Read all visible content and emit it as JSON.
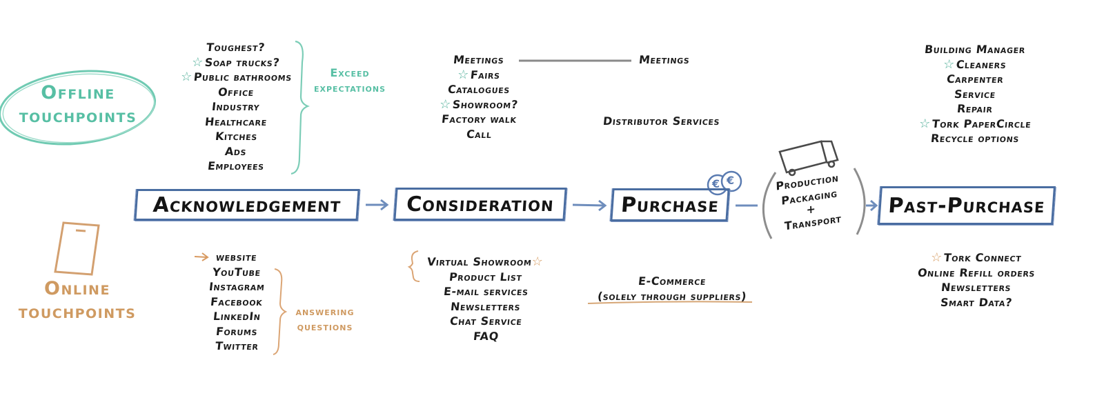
{
  "touchpoints": {
    "offline_line1": "Offline",
    "offline_line2": "touchpoints",
    "online_line1": "Online",
    "online_line2": "touchpoints"
  },
  "stages": {
    "acknowledgement": "Acknowledgement",
    "consideration": "Consideration",
    "purchase": "Purchase",
    "production_line1": "Production",
    "production_line2": "Packaging",
    "production_line3": "+",
    "production_line4": "Transport",
    "past_purchase": "Past-Purchase"
  },
  "offline": {
    "acknowledgement": [
      "Toughest?",
      "Soap trucks?",
      "Public bathrooms",
      "Office",
      "Industry",
      "Healthcare",
      "Kitches",
      "Ads",
      "Employees"
    ],
    "acknowledgement_note": [
      "Exceed",
      "expectations"
    ],
    "consideration": [
      "Meetings",
      "Fairs",
      "Catalogues",
      "Showroom?",
      "Factory walk",
      "Call"
    ],
    "purchase": [
      "Meetings",
      "Distributor Services"
    ],
    "past_purchase": [
      "Building Manager",
      "Cleaners",
      "Carpenter",
      "Service",
      "Repair",
      "Tork PaperCircle",
      "Recycle options"
    ]
  },
  "online": {
    "acknowledgement": [
      "website",
      "YouTube",
      "Instagram",
      "Facebook",
      "LinkedIn",
      "Forums",
      "Twitter"
    ],
    "acknowledgement_note": [
      "answering",
      "questions"
    ],
    "consideration": [
      "Virtual Showroom",
      "Product List",
      "E-mail services",
      "Newsletters",
      "Chat Service",
      "FAQ"
    ],
    "purchase": [
      "E-Commerce",
      "(solely through suppliers)"
    ],
    "past_purchase": [
      "Tork Connect",
      "Online Refill orders",
      "Newsletters",
      "Smart Data?"
    ]
  },
  "symbols": {
    "star": "☆",
    "euro": "€"
  },
  "colors": {
    "offline_accent": "#57bfa4",
    "online_accent": "#cf9a61",
    "stage_border": "#4a6da1",
    "text": "#1c1c1c"
  }
}
